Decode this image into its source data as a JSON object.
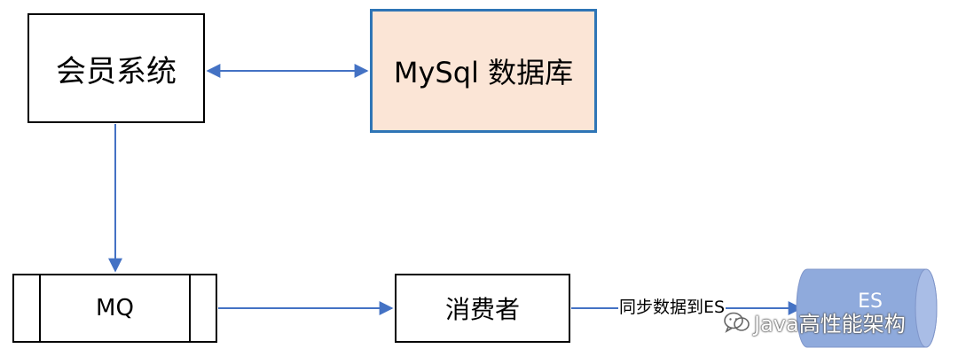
{
  "nodes": {
    "member_system": "会员系统",
    "mysql_db": "MySql 数据库",
    "mq": "MQ",
    "consumer": "消费者",
    "es": "ES"
  },
  "edges": {
    "sync_label": "同步数据到ES"
  },
  "watermark": {
    "text": "Java高性能架构",
    "icon": "wechat-icon"
  },
  "colors": {
    "arrow": "#4472c4",
    "mysql_fill": "#fbe5d6",
    "mysql_border": "#2e75b6",
    "es_fill": "#8faadc"
  }
}
